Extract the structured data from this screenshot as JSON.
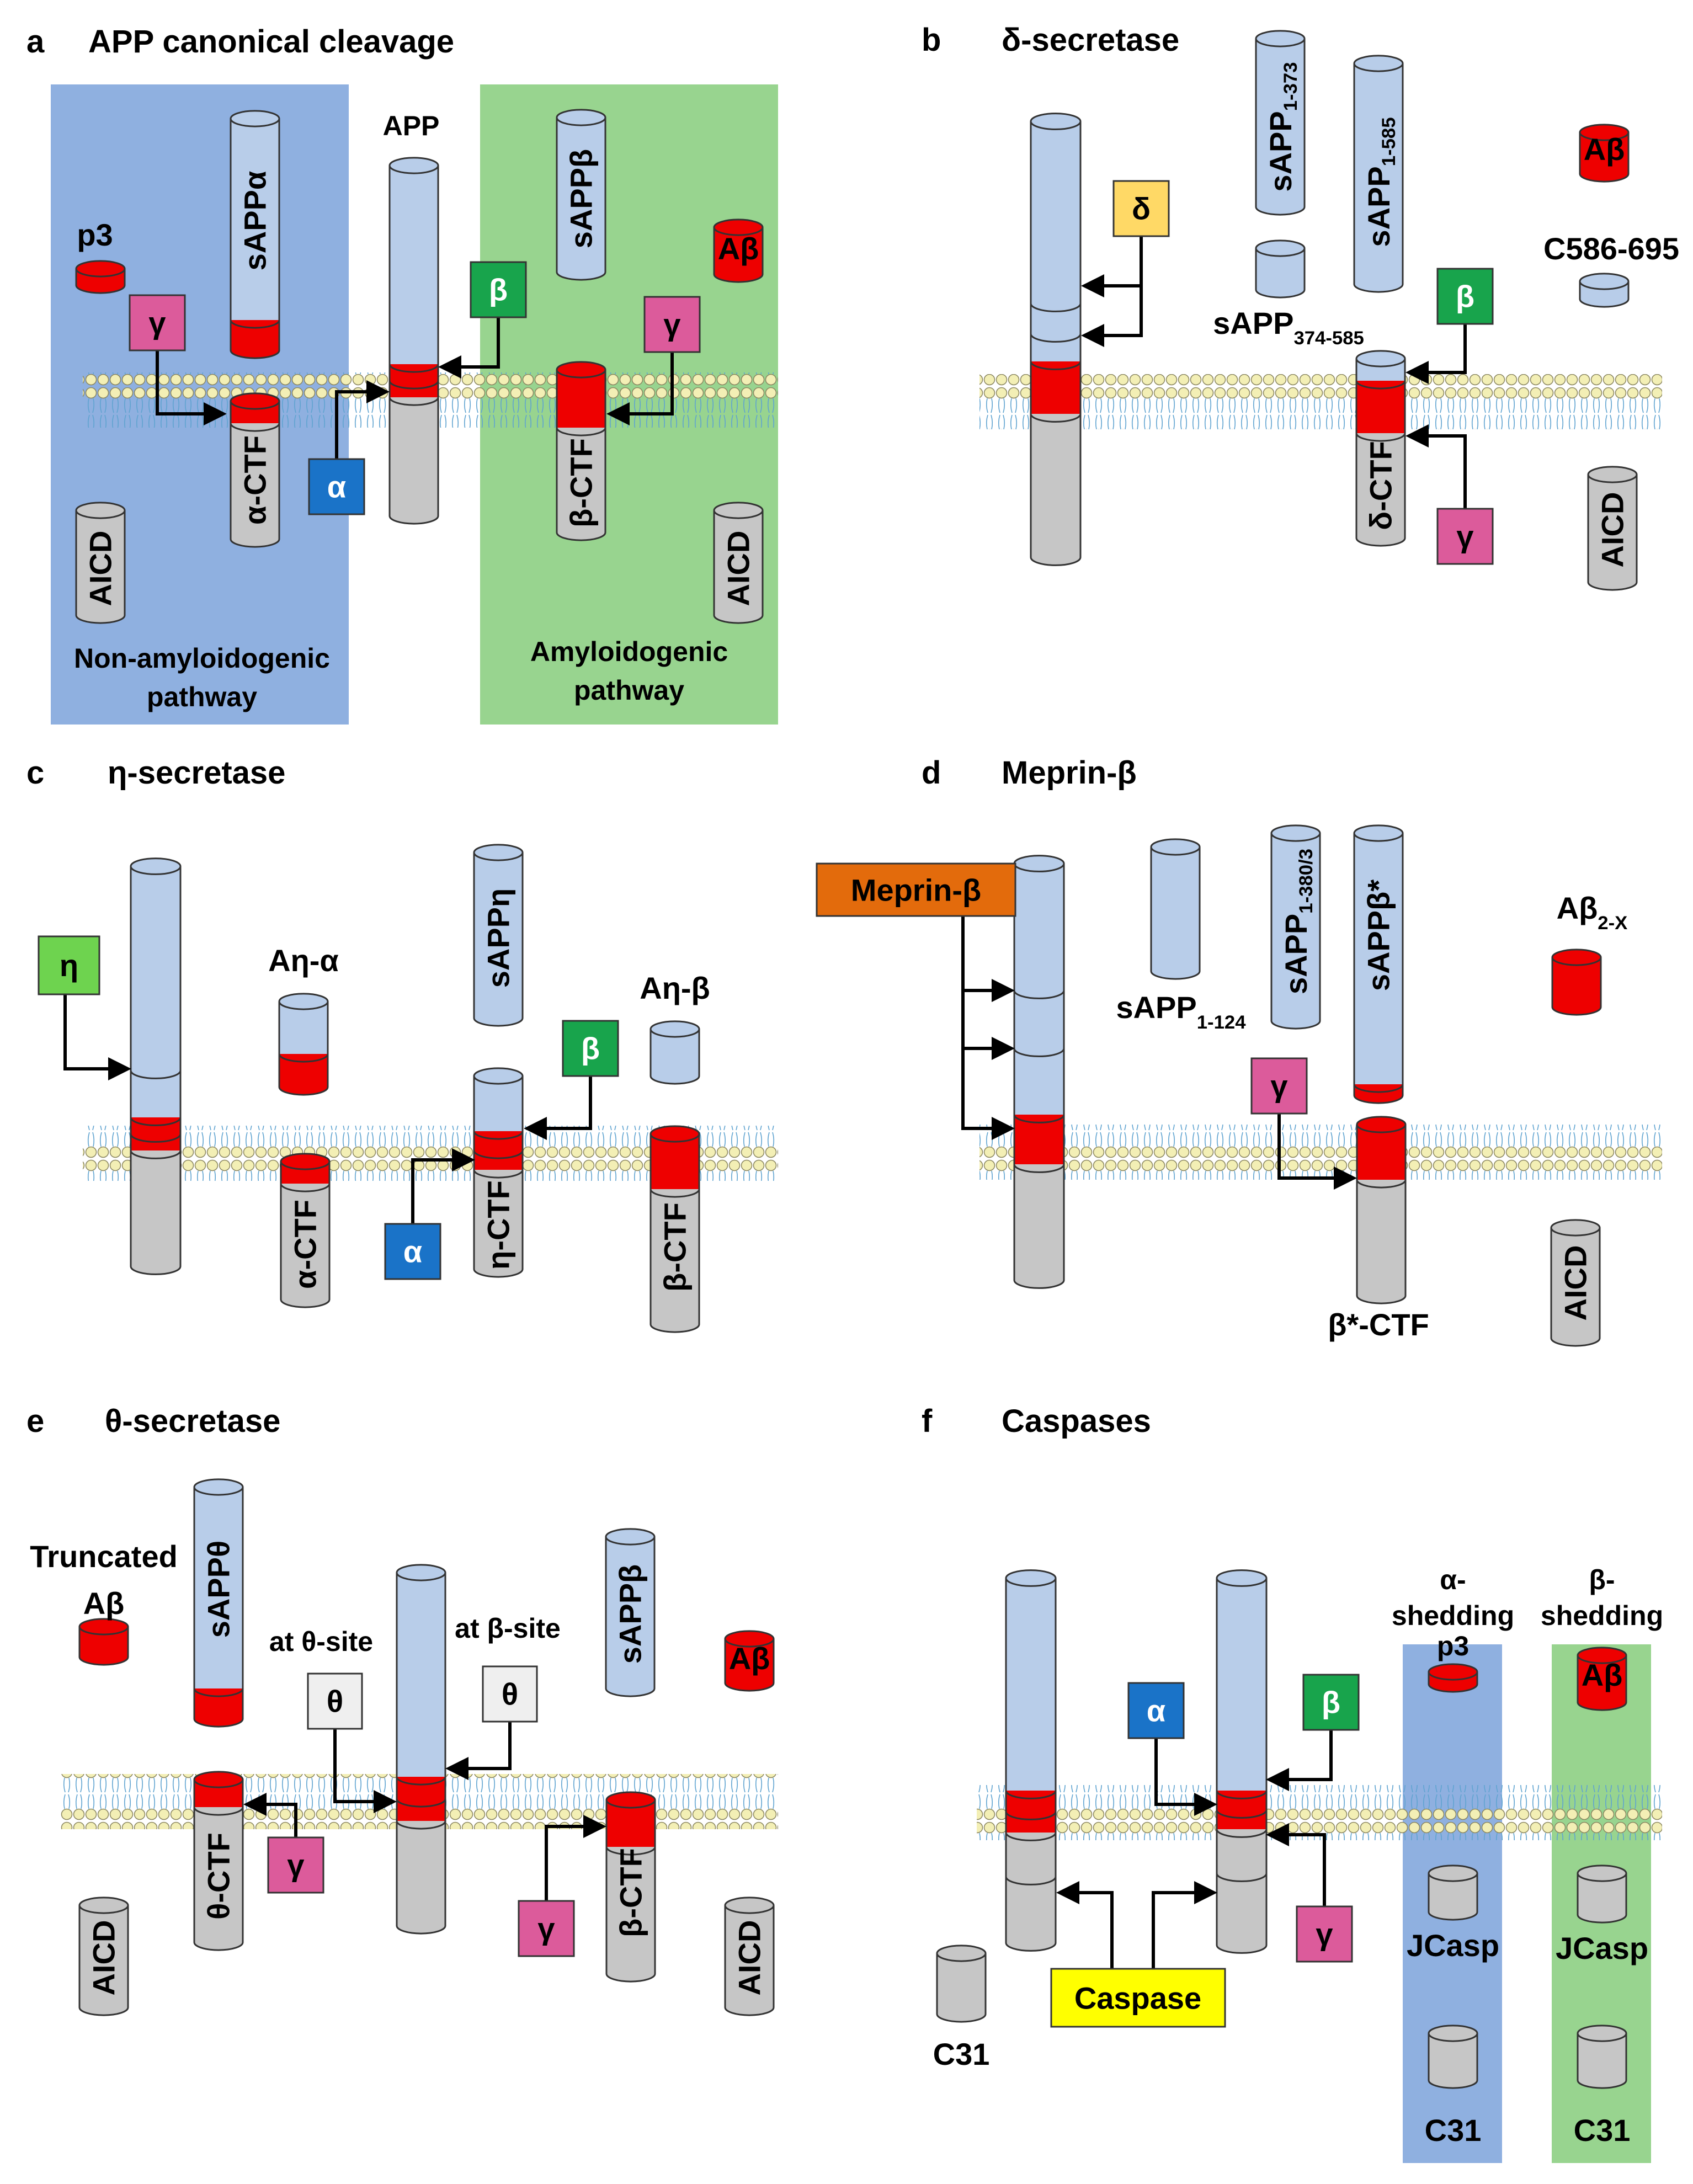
{
  "panels": {
    "a": {
      "letter": "a",
      "title": "APP canonical cleavage"
    },
    "b": {
      "letter": "b",
      "title": "δ-secretase"
    },
    "c": {
      "letter": "c",
      "title": "η-secretase"
    },
    "d": {
      "letter": "d",
      "title": "Meprin-β"
    },
    "e": {
      "letter": "e",
      "title": "θ-secretase"
    },
    "f": {
      "letter": "f",
      "title": "Caspases"
    }
  },
  "labels": {
    "app": "APP",
    "p3": "p3",
    "sappa": "sAPPα",
    "sappb": "sAPPβ",
    "abeta": "Aβ",
    "actf": "α-CTF",
    "bctf": "β-CTF",
    "aicd": "AICD",
    "non_amyloidogenic_1": "Non-amyloidogenic",
    "non_amyloidogenic_2": "pathway",
    "amyloidogenic_1": "Amyloidogenic",
    "amyloidogenic_2": "pathway",
    "sapp1_373_base": "sAPP",
    "sapp1_373_sub": "1-373",
    "sapp1_585_base": "sAPP",
    "sapp1_585_sub": "1-585",
    "sapp374_585_base": "sAPP",
    "sapp374_585_sub": "374-585",
    "c586_695": "C586-695",
    "dctf": "δ-CTF",
    "aeta_a": "Aη-α",
    "aeta_b": "Aη-β",
    "sappeta": "sAPPη",
    "etactf": "η-CTF",
    "sapp1_124_base": "sAPP",
    "sapp1_124_sub": "1-124",
    "sapp1_380_base": "sAPP",
    "sapp1_380_sub": "1-380/3",
    "sappbstar": "sAPPβ*",
    "ab2x_base": "Aβ",
    "ab2x_sub": "2-X",
    "bstarctf": "β*-CTF",
    "truncated": "Truncated",
    "truncated_ab": "Aβ",
    "sapptheta": "sAPPθ",
    "at_theta": "at θ-site",
    "at_beta": "at β-site",
    "thetactf": "θ-CTF",
    "alpha_shed_1": "α-",
    "alpha_shed_2": "shedding",
    "beta_shed_1": "β-",
    "beta_shed_2": "shedding",
    "jcasp": "JCasp",
    "c31": "C31"
  },
  "enzymes": {
    "alpha": "α",
    "beta": "β",
    "gamma": "γ",
    "delta": "δ",
    "eta": "η",
    "theta": "θ",
    "meprin": "Meprin-β",
    "caspase": "Caspase"
  },
  "colors": {
    "blue_bg": "#8fb0e0",
    "green_bg": "#98d48f",
    "light_blue": "#b8cde9",
    "red": "#ee0000",
    "grey": "#c6c6c6",
    "alpha": "#1a73c8",
    "beta": "#18a44c",
    "gamma": "#dc5b9b",
    "delta": "#ffd966",
    "eta": "#6ed34f",
    "theta": "#efefef",
    "meprin": "#e36b0c",
    "caspase": "#ffff00"
  }
}
